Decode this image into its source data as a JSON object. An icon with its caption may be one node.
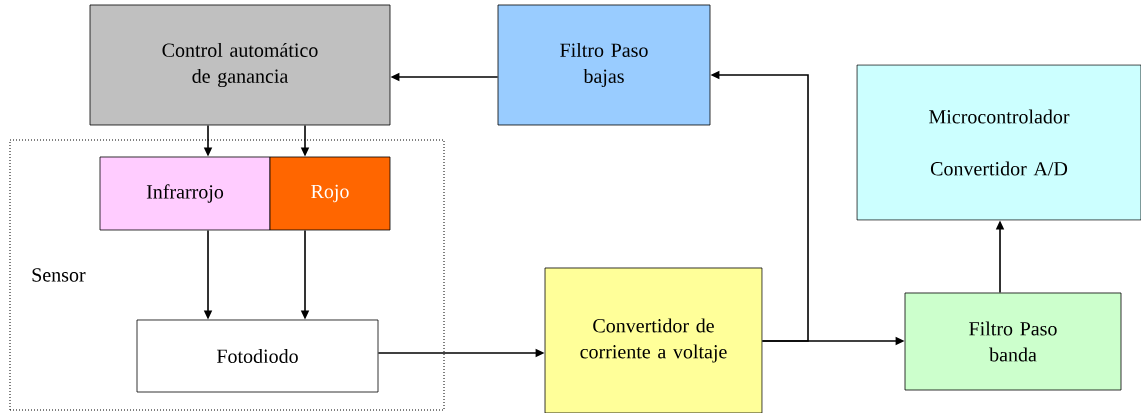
{
  "diagram": {
    "nodes": [
      {
        "text": [
          "Sensor"
        ]
      },
      {
        "text": [
          "Control automático de ganancia"
        ]
      },
      {
        "text": [
          "Filtro Paso bajas"
        ]
      },
      {
        "text": [
          "Microcontrolador",
          "Convertidor A/D"
        ]
      },
      {
        "text": [
          "Infrarrojo"
        ],
        "in": 0
      },
      {
        "text": [
          "Rojo"
        ],
        "in": 0
      },
      {
        "text": [
          "Fotodiodo"
        ],
        "in": 0
      },
      {
        "text": [
          "Convertidor de corriente a voltaje"
        ]
      },
      {
        "text": [
          "Filtro Paso banda"
        ]
      }
    ],
    "edges": [
      {
        "from": 2,
        "to": 1,
        "arrow": "to"
      },
      {
        "from": 1,
        "to": 4,
        "arrow": "to"
      },
      {
        "from": 1,
        "to": 5,
        "arrow": "to"
      },
      {
        "from": 4,
        "to": 6,
        "arrow": "to"
      },
      {
        "from": 5,
        "to": 6,
        "arrow": "to"
      },
      {
        "from": 6,
        "to": 7,
        "arrow": "to"
      },
      {
        "from": 7,
        "to": 8,
        "arrow": "to"
      },
      {
        "from": 7,
        "to": 2,
        "arrow": "to"
      },
      {
        "from": 8,
        "to": 3,
        "arrow": "to"
      }
    ]
  }
}
